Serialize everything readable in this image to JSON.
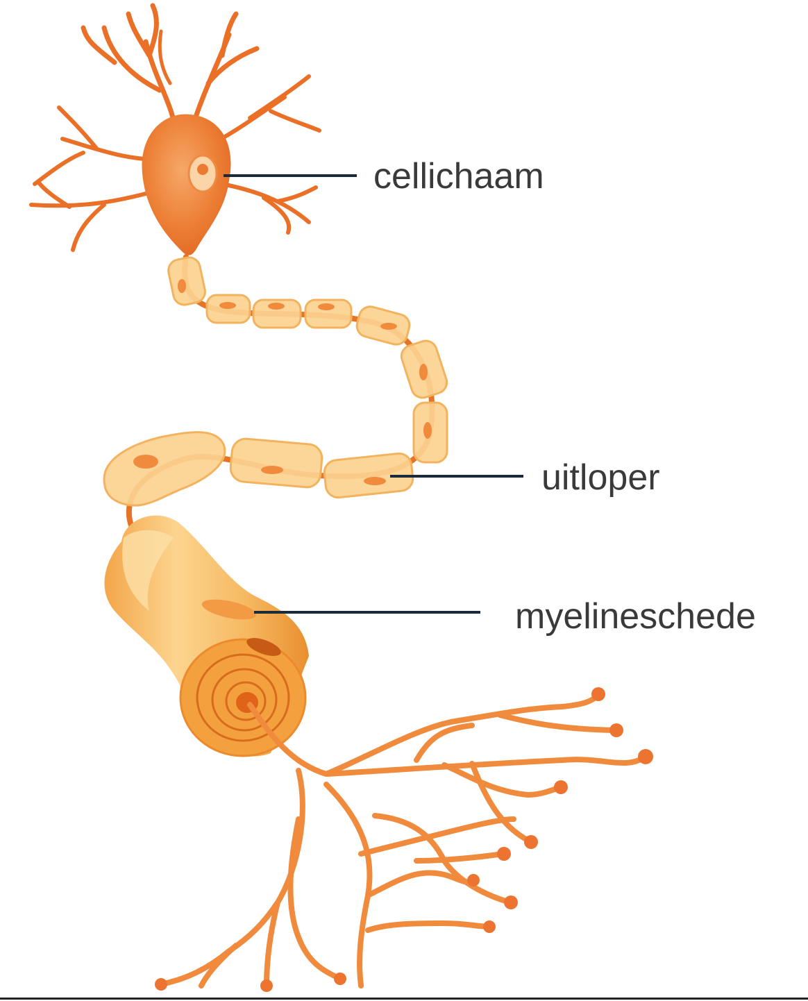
{
  "labels": {
    "cell_body": "cellichaam",
    "axon": "uitloper",
    "myelin_sheath": "myelineschede"
  },
  "colors": {
    "neuron_dark": "#e8681f",
    "neuron_mid": "#f0893a",
    "sheath_light": "#fbd08c",
    "sheath_pale": "#fde3b4",
    "leader_line": "#1c2a3a",
    "label_text": "#3a3a3a"
  }
}
